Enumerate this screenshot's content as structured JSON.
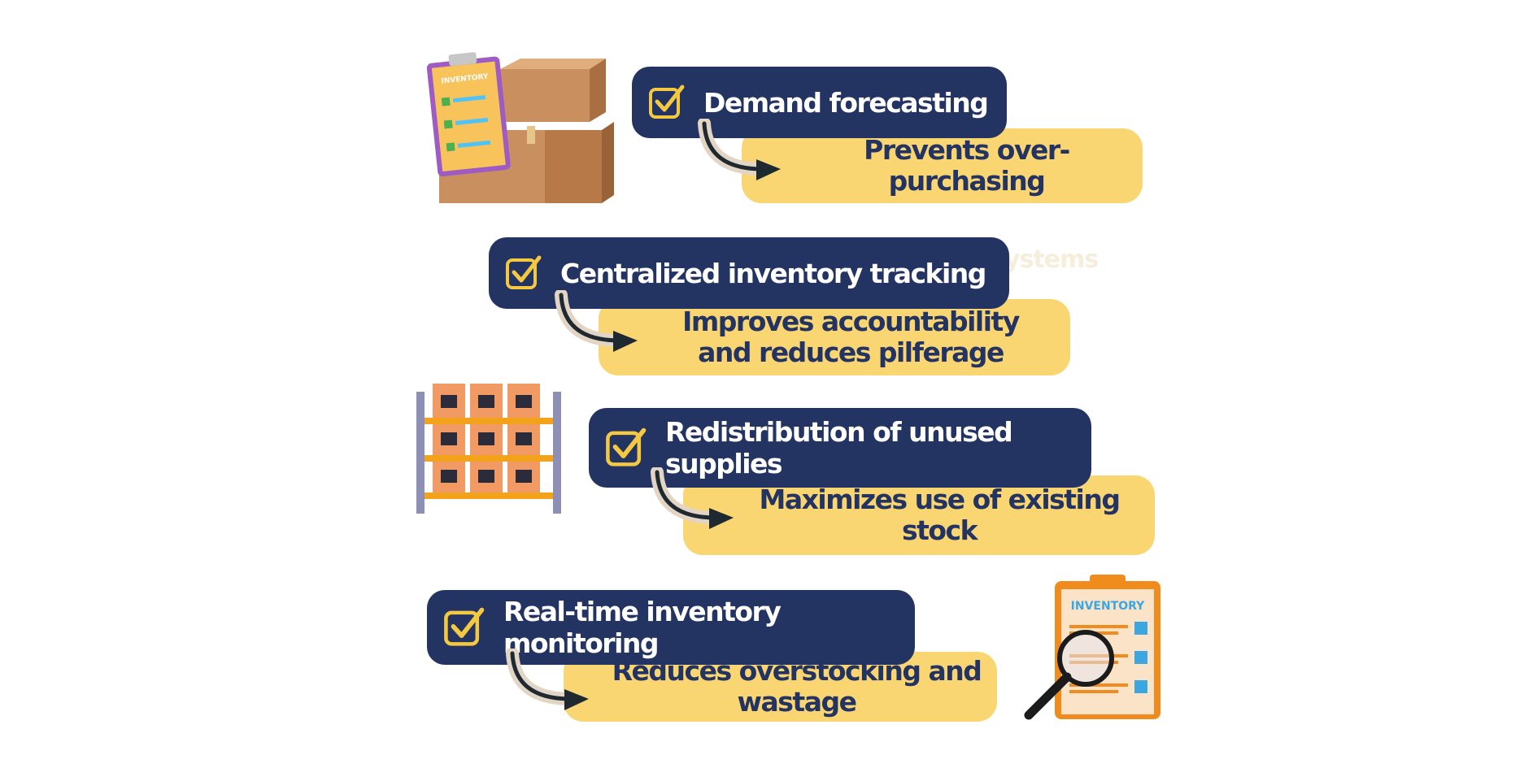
{
  "items": [
    {
      "title": "Demand forecasting",
      "benefit": "Prevents over-purchasing"
    },
    {
      "title": "Centralized inventory tracking",
      "benefit": "Improves accountability and reduces pilferage"
    },
    {
      "title": "Redistribution of unused supplies",
      "benefit": "Maximizes use of existing stock"
    },
    {
      "title": "Real-time inventory monitoring",
      "benefit": "Reduces overstocking and wastage"
    }
  ],
  "ghost_text": "ystems",
  "illustrations": {
    "clipboard_boxes_label": "INVENTORY",
    "clipboard_magnifier_label": "INVENTORY"
  },
  "colors": {
    "navy": "#233362",
    "yellow": "#fad673",
    "check": "#f5c842"
  }
}
